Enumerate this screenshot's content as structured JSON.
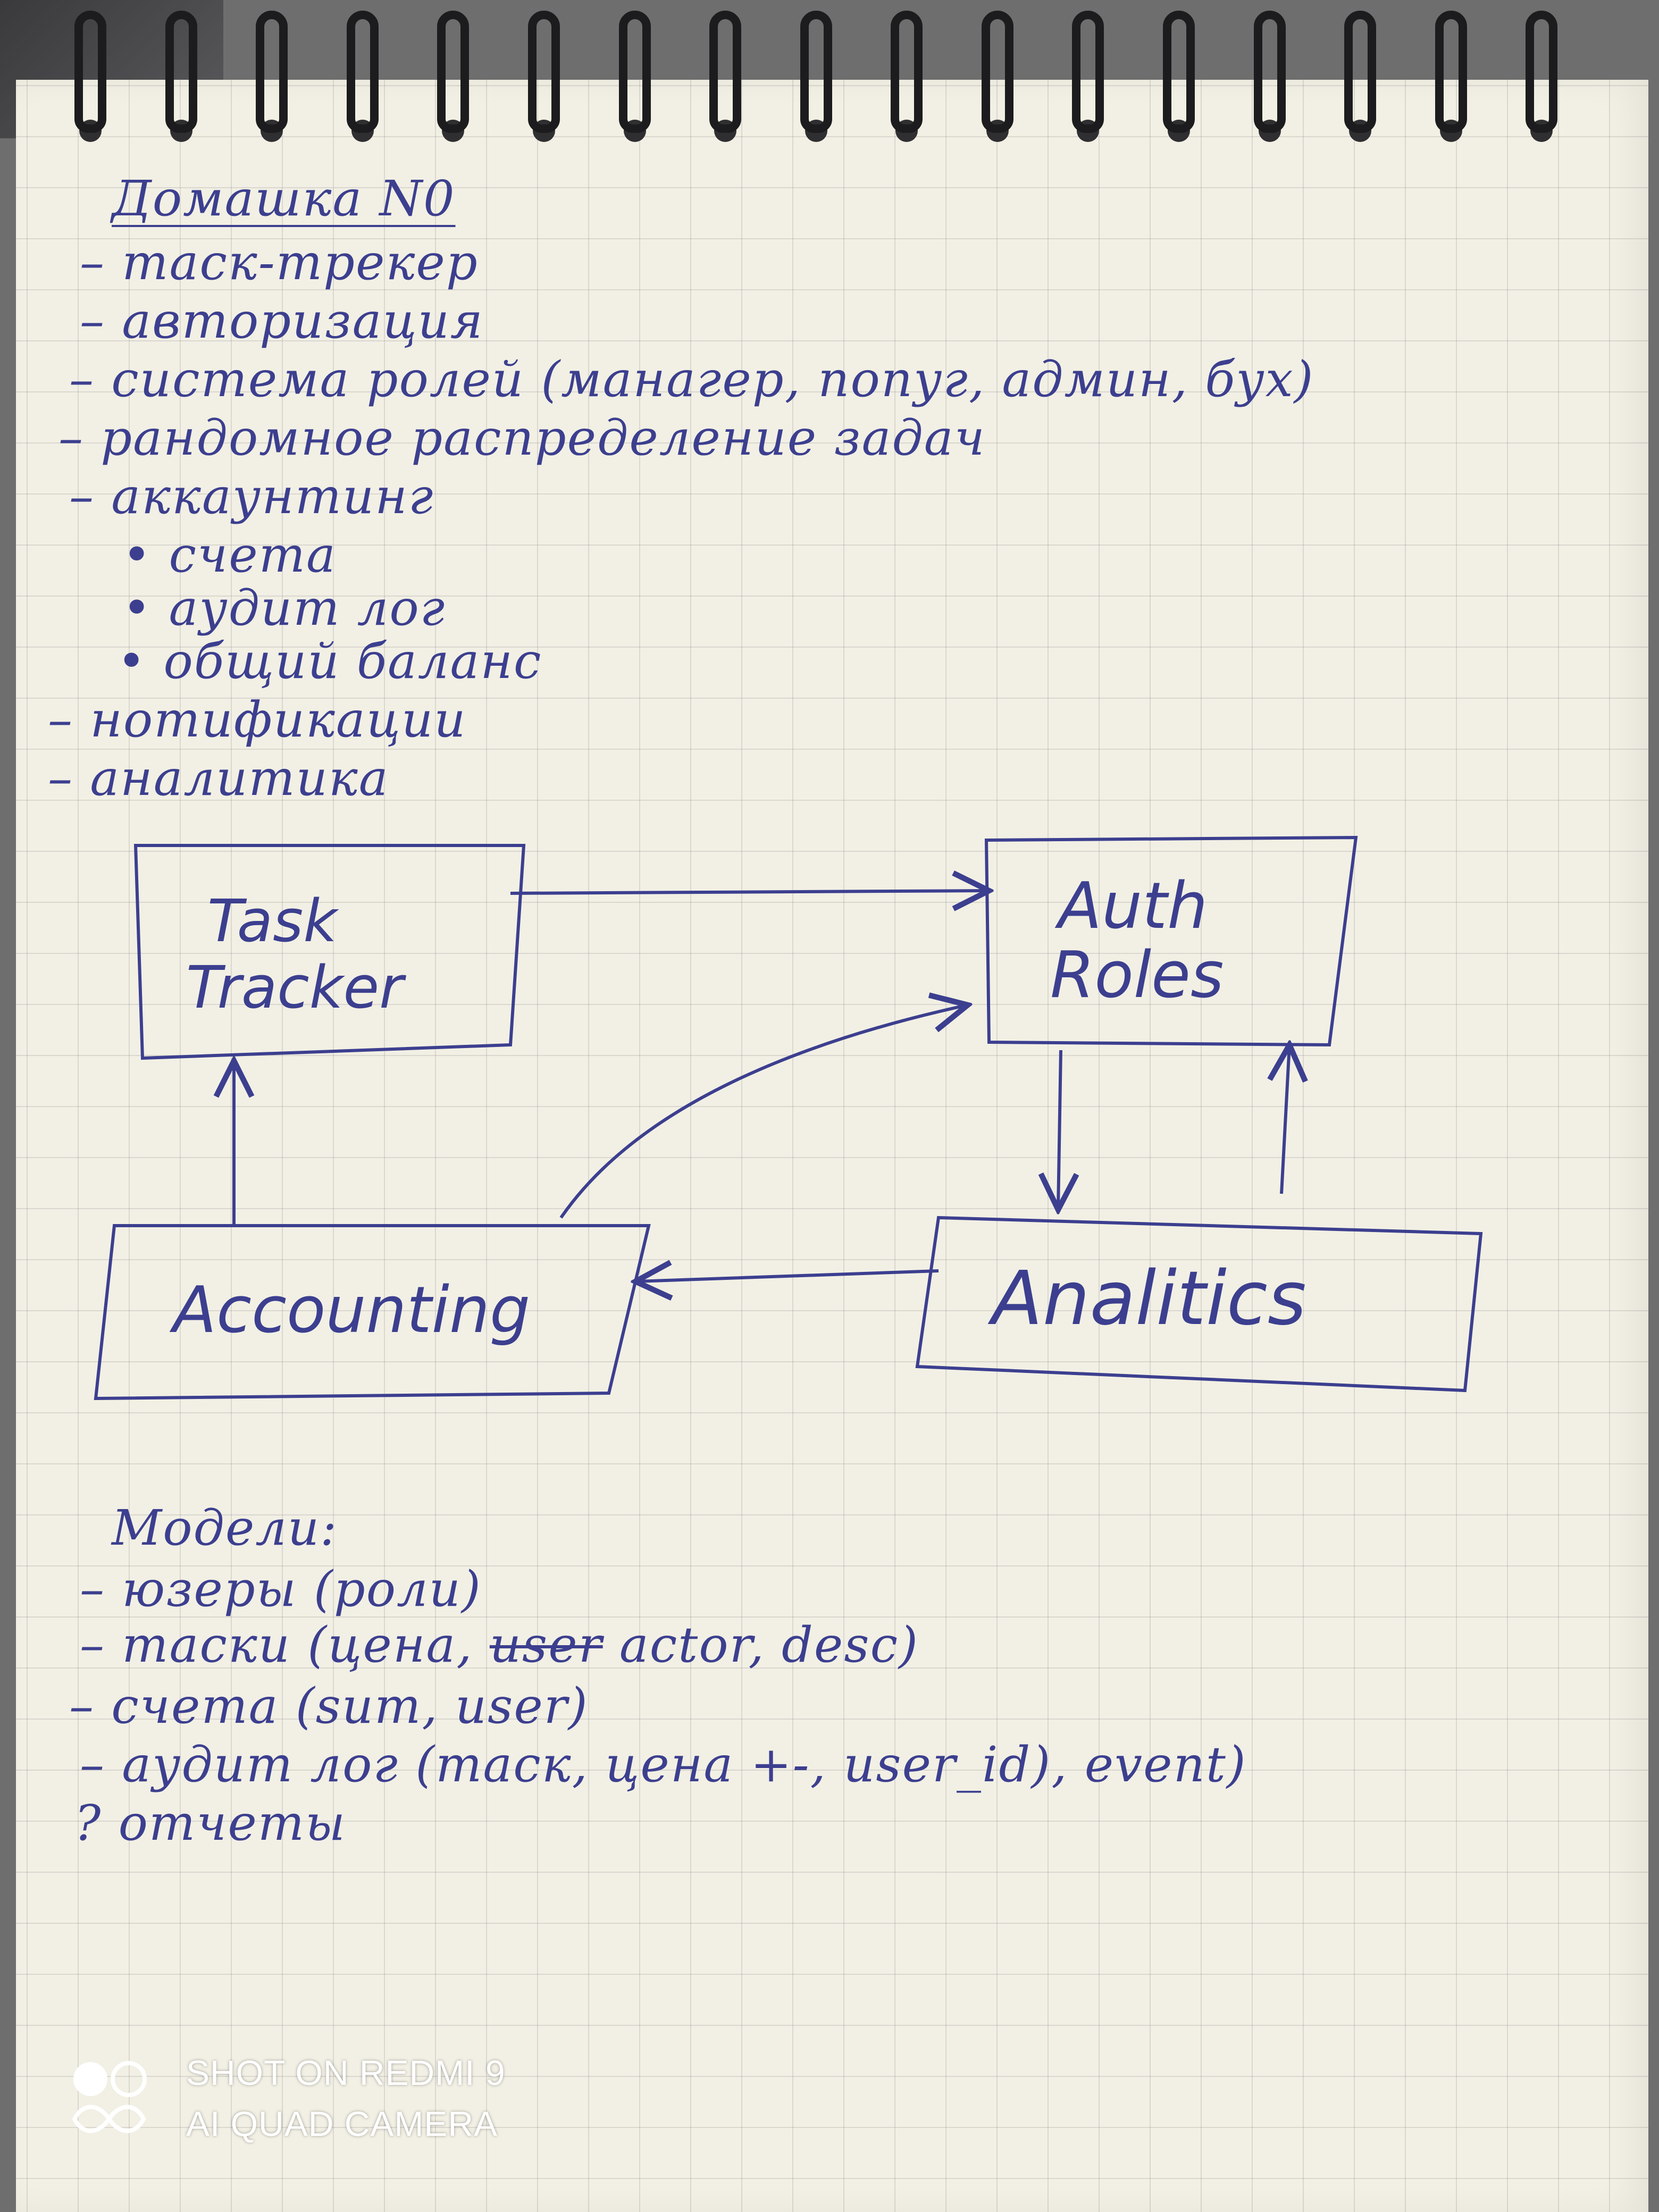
{
  "notes": {
    "title": "Домашка N0",
    "lines": [
      "– таск-трекер",
      "– авторизация",
      "– система ролей (манагер, попуг, админ, бух)",
      "– рандомное распределение задач",
      "– аккаунтинг",
      "• счета",
      "• аудит лог",
      "• общий баланс",
      "– нотификации",
      "– аналитика"
    ]
  },
  "diagram": {
    "task_tracker_line1": "Task",
    "task_tracker_line2": "Tracker",
    "auth_line1": "Auth",
    "auth_line2": "Roles",
    "accounting": "Accounting",
    "analytics": "Analitics"
  },
  "models": {
    "title": "Модели:",
    "users": "– юзеры (роли)",
    "tasks_prefix": "– таски (цена,",
    "tasks_struck": "user",
    "tasks_suffix": "actor, desc)",
    "bills": "– счета (sum, user)",
    "audit": "– аудит лог (таск, цена +-, user_id), event)",
    "reports": "? отчеты"
  },
  "watermark": {
    "line1": "SHOT ON REDMI 9",
    "line2": "AI QUAD CAMERA"
  },
  "colors": {
    "ink": "#3c3f8f",
    "paper": "#f2f0e4",
    "grid": "#969696",
    "ring": "#1c1c1e"
  }
}
